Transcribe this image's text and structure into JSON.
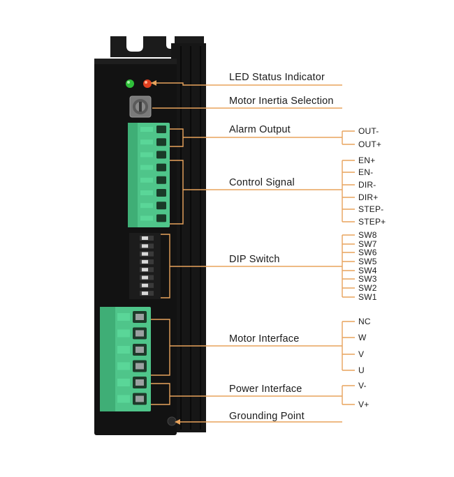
{
  "colors": {
    "leader": "#e8a35c",
    "housing": "#121212",
    "terminal_green": "#4fc58a",
    "led_green": "#2fbf3a",
    "led_red": "#e04020"
  },
  "callouts": {
    "led": "LED Status Indicator",
    "inertia": "Motor Inertia Selection",
    "alarm": "Alarm Output",
    "control": "Control Signal",
    "dip": "DIP  Switch",
    "motor": "Motor Interface",
    "power": "Power  Interface",
    "ground": "Grounding Point"
  },
  "pins": {
    "alarm": [
      "OUT-",
      "OUT+"
    ],
    "control": [
      "EN+",
      "EN-",
      "DIR-",
      "DIR+",
      "STEP-",
      "STEP+"
    ],
    "dip": [
      "SW8",
      "SW7",
      "SW6",
      "SW5",
      "SW4",
      "SW3",
      "SW2",
      "SW1"
    ],
    "motor": [
      "NC",
      "W",
      "V",
      "U"
    ],
    "power": [
      "V-",
      "V+"
    ]
  }
}
